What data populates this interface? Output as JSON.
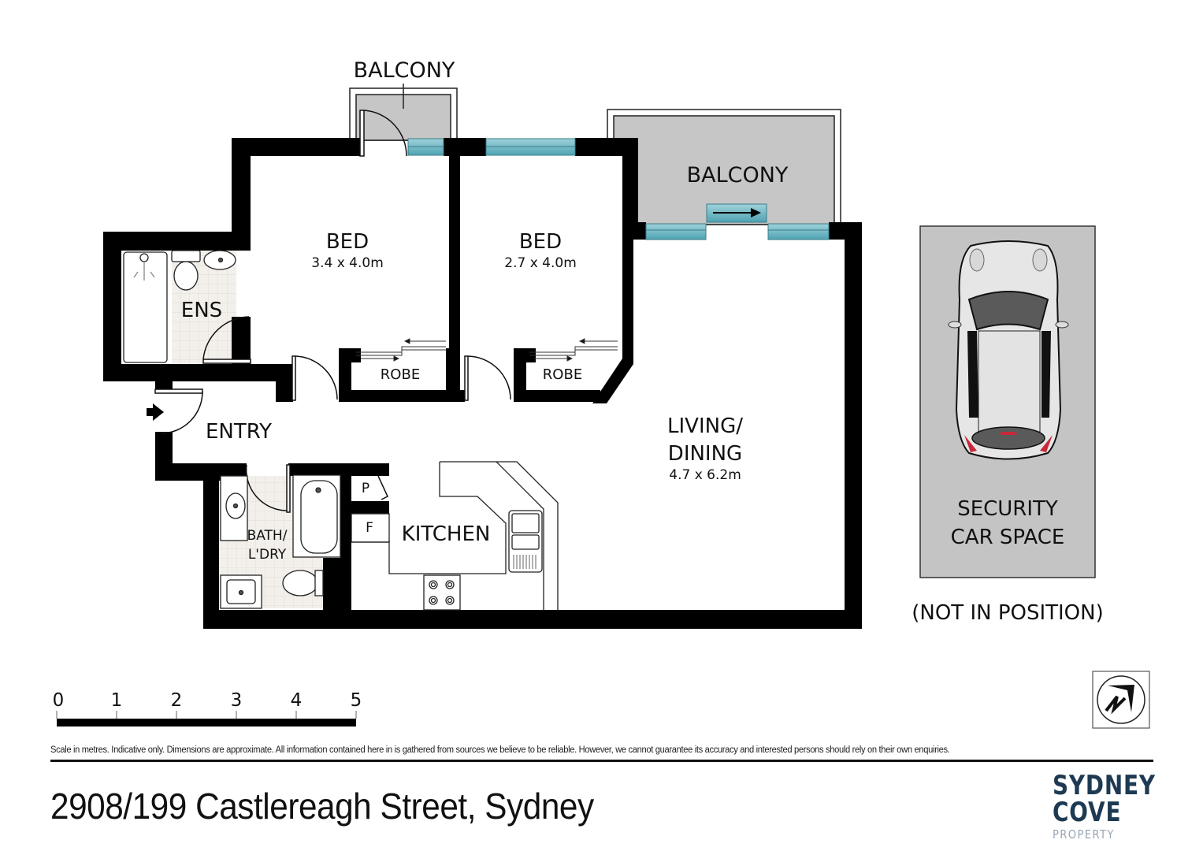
{
  "rooms": {
    "balcony_small": {
      "name": "BALCONY"
    },
    "balcony_large": {
      "name": "BALCONY"
    },
    "bed1": {
      "name": "BED",
      "dims": "3.4 x 4.0m"
    },
    "bed2": {
      "name": "BED",
      "dims": "2.7 x 4.0m"
    },
    "ensuite": {
      "name": "ENS"
    },
    "robe1": {
      "name": "ROBE"
    },
    "robe2": {
      "name": "ROBE"
    },
    "entry": {
      "name": "ENTRY"
    },
    "bath_laundry": {
      "line1": "BATH/",
      "line2": "L'DRY"
    },
    "pantry": {
      "name": "P"
    },
    "fridge": {
      "name": "F"
    },
    "kitchen": {
      "name": "KITCHEN"
    },
    "living": {
      "line1": "LIVING/",
      "line2": "DINING",
      "dims": "4.7 x 6.2m"
    }
  },
  "car_space": {
    "line1": "SECURITY",
    "line2": "CAR SPACE",
    "note": "(NOT IN POSITION)"
  },
  "scale_bar": {
    "ticks": [
      "0",
      "1",
      "2",
      "3",
      "4",
      "5"
    ],
    "unit": "metres"
  },
  "compass": {
    "icon": "north-arrow-icon"
  },
  "disclaimer": "Scale in metres. Indicative only. Dimensions are approximate. All information contained here in is gathered from sources we believe to be reliable. However, we cannot guarantee its accuracy and interested persons should rely on their own enquiries.",
  "address": "2908/199 Castlereagh Street, Sydney",
  "brand": {
    "line1": "SYDNEY",
    "line2": "COVE",
    "line3": "PROPERTY",
    "primary_color": "#1e3a52",
    "secondary_color": "#9aa6b4"
  },
  "colors": {
    "wall": "#000000",
    "balcony_fill": "#c6c6c6",
    "window_glass": "#5fb0be",
    "tile_fill": "#f2efea",
    "car_space_fill": "#c4c4c4"
  }
}
